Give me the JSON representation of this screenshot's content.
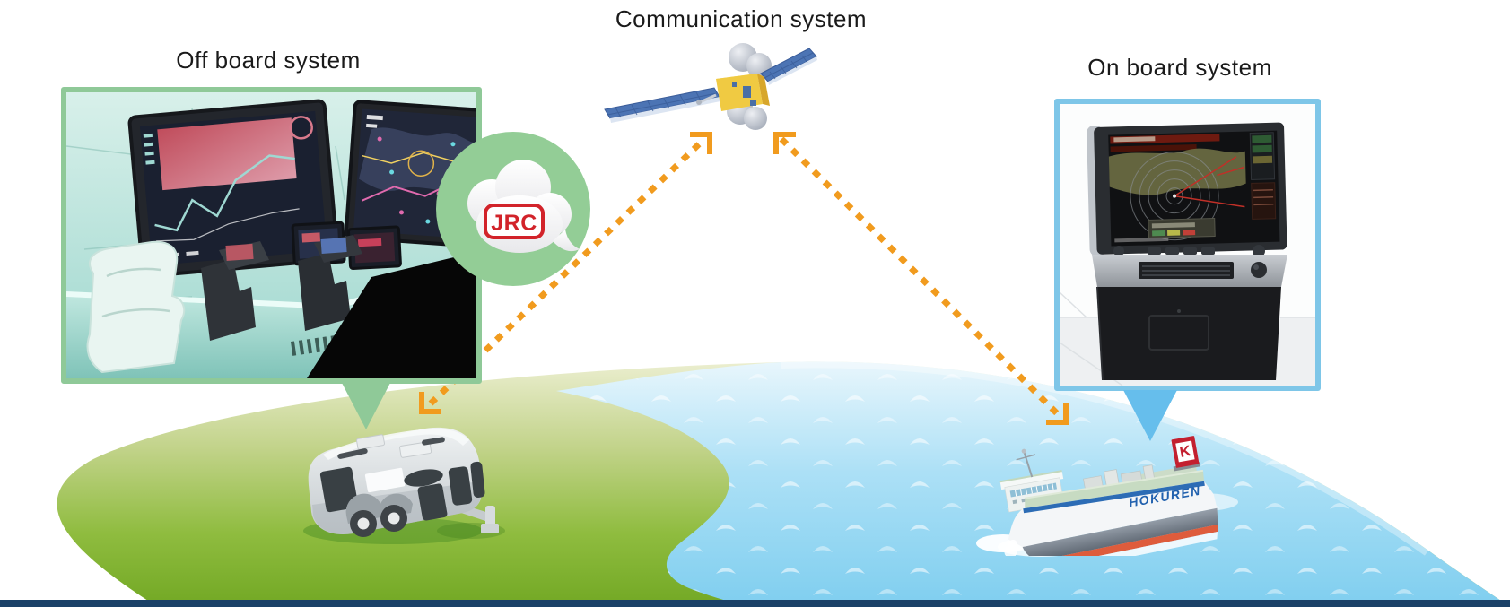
{
  "titles": {
    "offboard": "Off board system",
    "communication": "Communication system",
    "onboard": "On board system"
  },
  "cloud_badge": {
    "logo_text": "JRC"
  },
  "ship": {
    "hull_text": "HOKUREN",
    "funnel_letter": "K"
  },
  "icons": {
    "satellite": "satellite-icon",
    "cloud": "jrc-cloud-icon",
    "camper": "offboard-vehicle-icon",
    "ship": "onboard-ship-icon",
    "earth": "earth-graphic"
  },
  "colors": {
    "arrow_orange": "#F19B1E",
    "offboard_green": "#8FC998",
    "onboard_blue": "#7EC6E8",
    "jrc_red": "#D2232A",
    "land_green": "#74AB28",
    "sea_blue": "#9ADAF4",
    "earth_rim_navy": "#1B4168"
  }
}
